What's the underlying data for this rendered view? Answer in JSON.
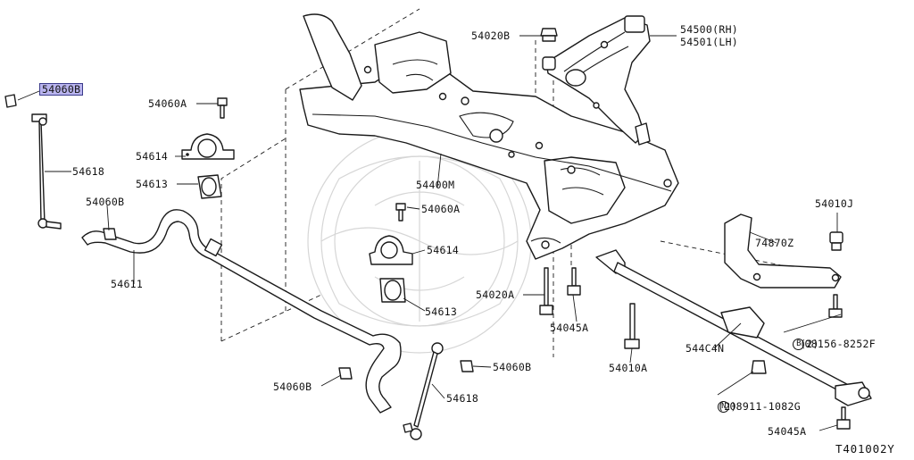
{
  "diagram": {
    "figure_code": "T401002Y",
    "callouts": {
      "p54060B_highlight": "54060B",
      "p54618_left": "54618",
      "p54060A_top": "54060A",
      "p54614_top": "54614",
      "p54613_top": "54613",
      "p54060B_mid": "54060B",
      "p54611": "54611",
      "p54020B": "54020B",
      "p54500": "54500(RH)",
      "p54501": "54501(LH)",
      "p54400M": "54400M",
      "p54060A_mid": "54060A",
      "p54614_mid": "54614",
      "p54613_mid": "54613",
      "p54020A": "54020A",
      "p54045A_mid": "54045A",
      "p54010A": "54010A",
      "p54010J": "54010J",
      "p74870Z": "74870Z",
      "p08156": "08156-8252F",
      "p08156_qty": "(2)",
      "p544C4N": "544C4N",
      "p54060B_low": "54060B",
      "p54618_right": "54618",
      "p54060B_bottom": "54060B",
      "p08911": "08911-1082G",
      "p08911_qty": "(2)",
      "p54045A_bottom": "54045A",
      "circle_B": "B",
      "circle_N": "N"
    }
  }
}
